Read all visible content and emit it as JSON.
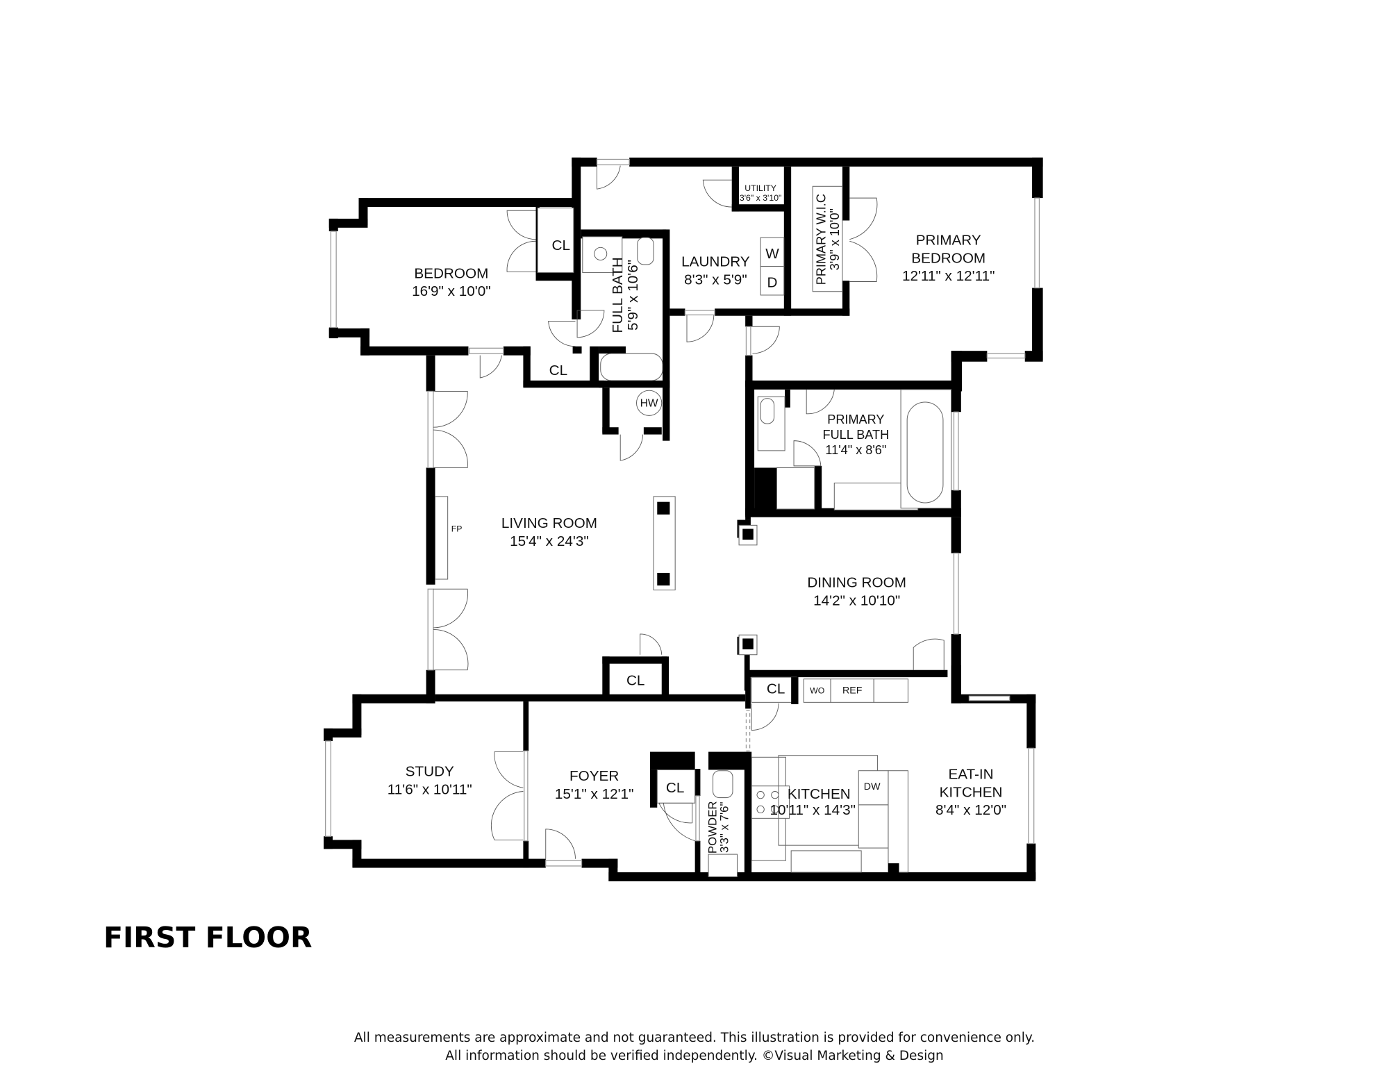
{
  "floor_title": "FIRST FLOOR",
  "disclaimer": {
    "line1": "All measurements are approximate and not guaranteed. This illustration is provided for convenience only.",
    "line2": "All information should be verified independently. ©Visual Marketing & Design"
  },
  "rooms": {
    "bedroom": {
      "name": "BEDROOM",
      "dims": "16'9\" x 10'0\""
    },
    "full_bath": {
      "name": "FULL BATH",
      "dims": "5'9\" x 10'6\""
    },
    "laundry": {
      "name": "LAUNDRY",
      "dims": "8'3\" x 5'9\""
    },
    "utility": {
      "name": "UTILITY",
      "dims": "3'6\" x 3'10\""
    },
    "primary_wic": {
      "name": "PRIMARY W.I.C",
      "dims": "3'9\" x 10'0\""
    },
    "primary_bedroom": {
      "name1": "PRIMARY",
      "name2": "BEDROOM",
      "dims": "12'11\" x 12'11\""
    },
    "primary_full_bath": {
      "name1": "PRIMARY",
      "name2": "FULL BATH",
      "dims": "11'4\" x 8'6\""
    },
    "living_room": {
      "name": "LIVING ROOM",
      "dims": "15'4\" x 24'3\""
    },
    "dining_room": {
      "name": "DINING ROOM",
      "dims": "14'2\" x 10'10\""
    },
    "study": {
      "name": "STUDY",
      "dims": "11'6\" x 10'11\""
    },
    "foyer": {
      "name": "FOYER",
      "dims": "15'1\" x 12'1\""
    },
    "powder": {
      "name": "POWDER",
      "dims": "3'3\" x 7'6\""
    },
    "kitchen": {
      "name": "KITCHEN",
      "dims": "10'11\" x 14'3\""
    },
    "eat_in_kitchen": {
      "name1": "EAT-IN",
      "name2": "KITCHEN",
      "dims": "8'4\" x 12'0\""
    }
  },
  "labels": {
    "closet": "CL",
    "washer": "W",
    "dryer": "D",
    "hot_water": "HW",
    "fireplace": "FP",
    "wall_oven": "WO",
    "refrigerator": "REF",
    "dishwasher": "DW"
  }
}
